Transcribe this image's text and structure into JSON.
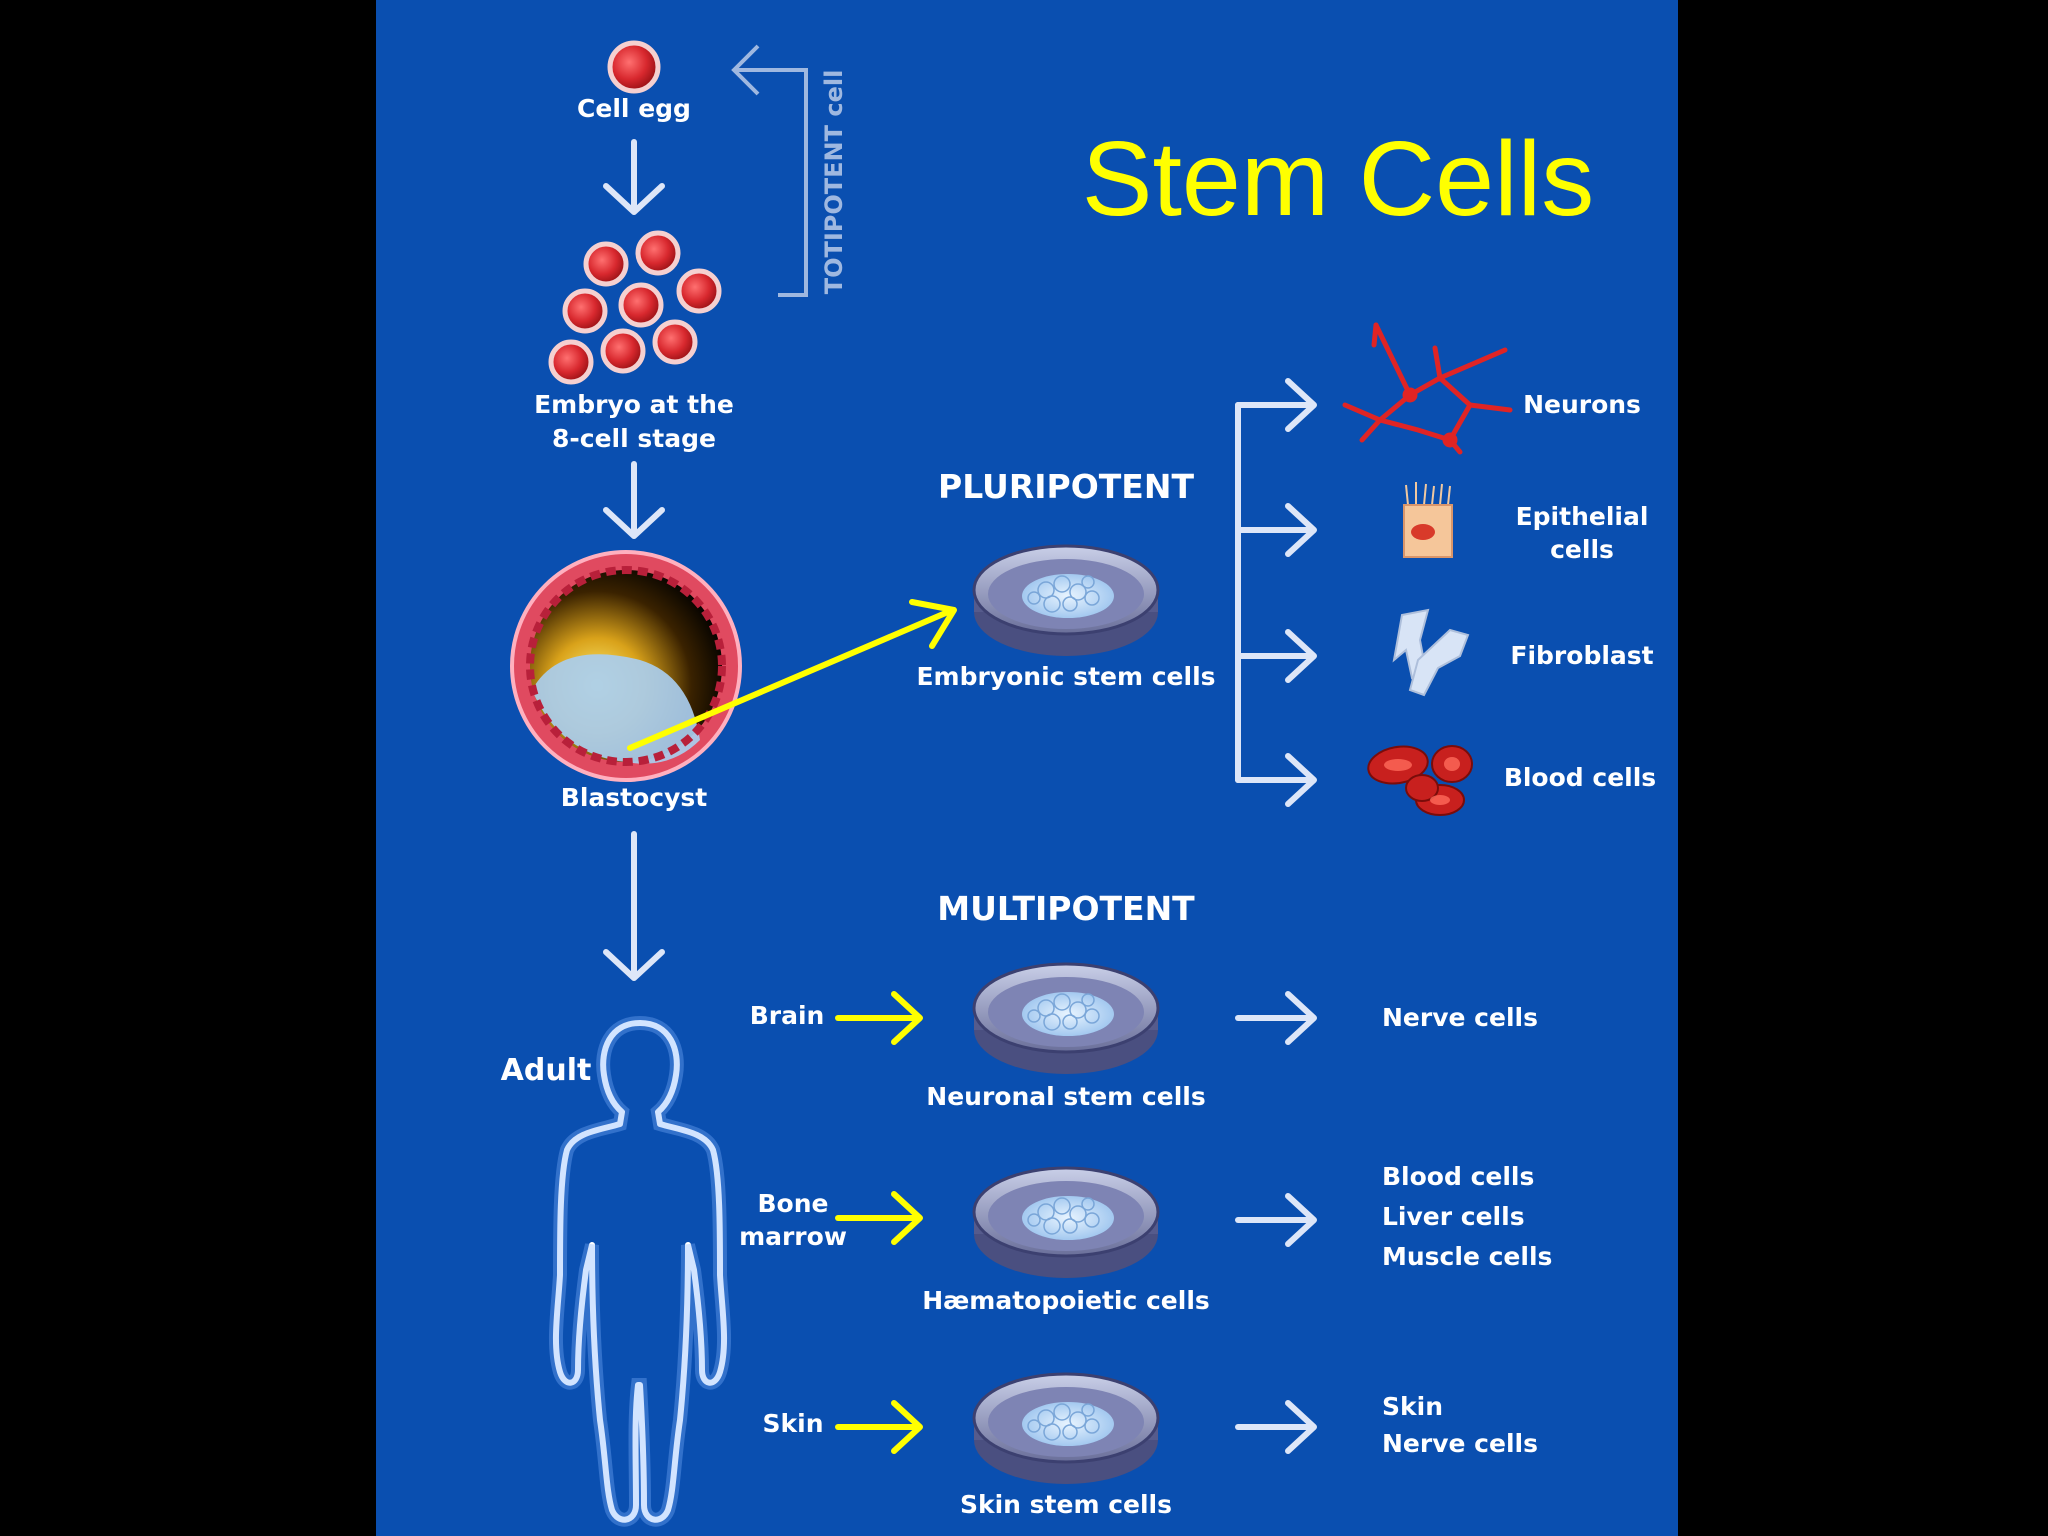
{
  "title": "Stem Cells",
  "stages": {
    "egg": "Cell egg",
    "embryo_line1": "Embryo at the",
    "embryo_line2": "8-cell stage",
    "blastocyst": "Blastocyst",
    "adult": "Adult",
    "totipotent": "TOTIPOTENT cell"
  },
  "pluripotent": {
    "heading": "PLURIPOTENT",
    "dish_label": "Embryonic stem cells",
    "outputs": {
      "neurons": "Neurons",
      "epithelial_line1": "Epithelial",
      "epithelial_line2": "cells",
      "fibroblast": "Fibroblast",
      "blood": "Blood cells"
    }
  },
  "multipotent": {
    "heading": "MULTIPOTENT",
    "rows": [
      {
        "source": "Brain",
        "dish_label": "Neuronal stem cells",
        "outputs": [
          "Nerve cells"
        ]
      },
      {
        "source_line1": "Bone",
        "source_line2": "marrow",
        "dish_label": "Hæmatopoietic cells",
        "outputs": [
          "Blood cells",
          "Liver cells",
          "Muscle cells"
        ]
      },
      {
        "source": "Skin",
        "dish_label": "Skin stem cells",
        "outputs": [
          "Skin",
          "Nerve cells"
        ]
      }
    ]
  },
  "colors": {
    "background": "#0a4fb0",
    "title": "#ffff00",
    "cell_red": "#d8282e",
    "arrow": "#dde6f8",
    "highlight_arrow": "#ffff00"
  }
}
